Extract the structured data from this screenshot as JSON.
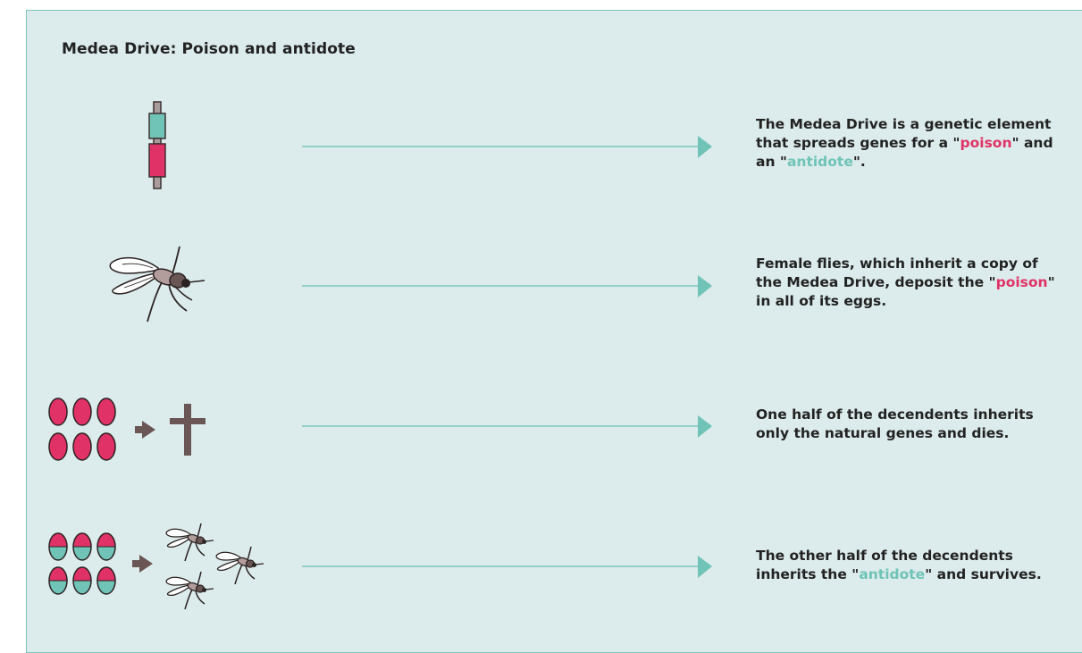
{
  "title": "Medea Drive: Poison and antidote",
  "colors": {
    "panel_bg": "#dcebeb",
    "teal": "#6fc3b7",
    "poison": "#e03266",
    "arrow_line": "#7cc7bc",
    "dark": "#6b5656"
  },
  "rows": [
    {
      "icon": "chromosome-icon",
      "text_before": "The Medea Drive is a genetic element that spreads genes for a \"",
      "poison_word": "poison",
      "text_middle": "\" and an \"",
      "antidote_word": "antidote",
      "text_after": "\"."
    },
    {
      "icon": "fly-icon",
      "text_before": "Female flies, which inherit a copy of the Medea Drive, deposit the \"",
      "poison_word": "poison",
      "text_after": "\" in all of its eggs."
    },
    {
      "icon": "eggs-to-cross-icon",
      "text": "One half of the decendents inherits only the natural genes and dies."
    },
    {
      "icon": "eggs-to-flies-icon",
      "text_before": "The other half of the decendents inherits the \"",
      "antidote_word": "antidote",
      "text_after": "\" and survives."
    }
  ]
}
